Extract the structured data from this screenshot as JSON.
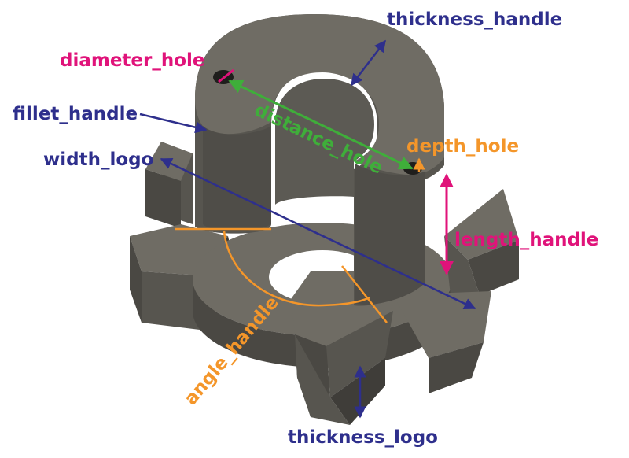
{
  "colors": {
    "navy": "#2e2f8c",
    "magenta": "#e0137a",
    "green": "#3fae3a",
    "orange": "#f4962a",
    "body_top": "#6f6c64",
    "body_side": "#57554f",
    "body_dark": "#3f3d39"
  },
  "labels": {
    "thickness_handle": "thickness_handle",
    "diameter_hole": "diameter_hole",
    "fillet_handle": "fillet_handle",
    "distance_hole": "distance_hole",
    "depth_hole": "depth_hole",
    "width_logo": "width_logo",
    "length_handle": "length_handle",
    "angle_handle": "angle_handle",
    "thickness_logo": "thickness_logo"
  }
}
